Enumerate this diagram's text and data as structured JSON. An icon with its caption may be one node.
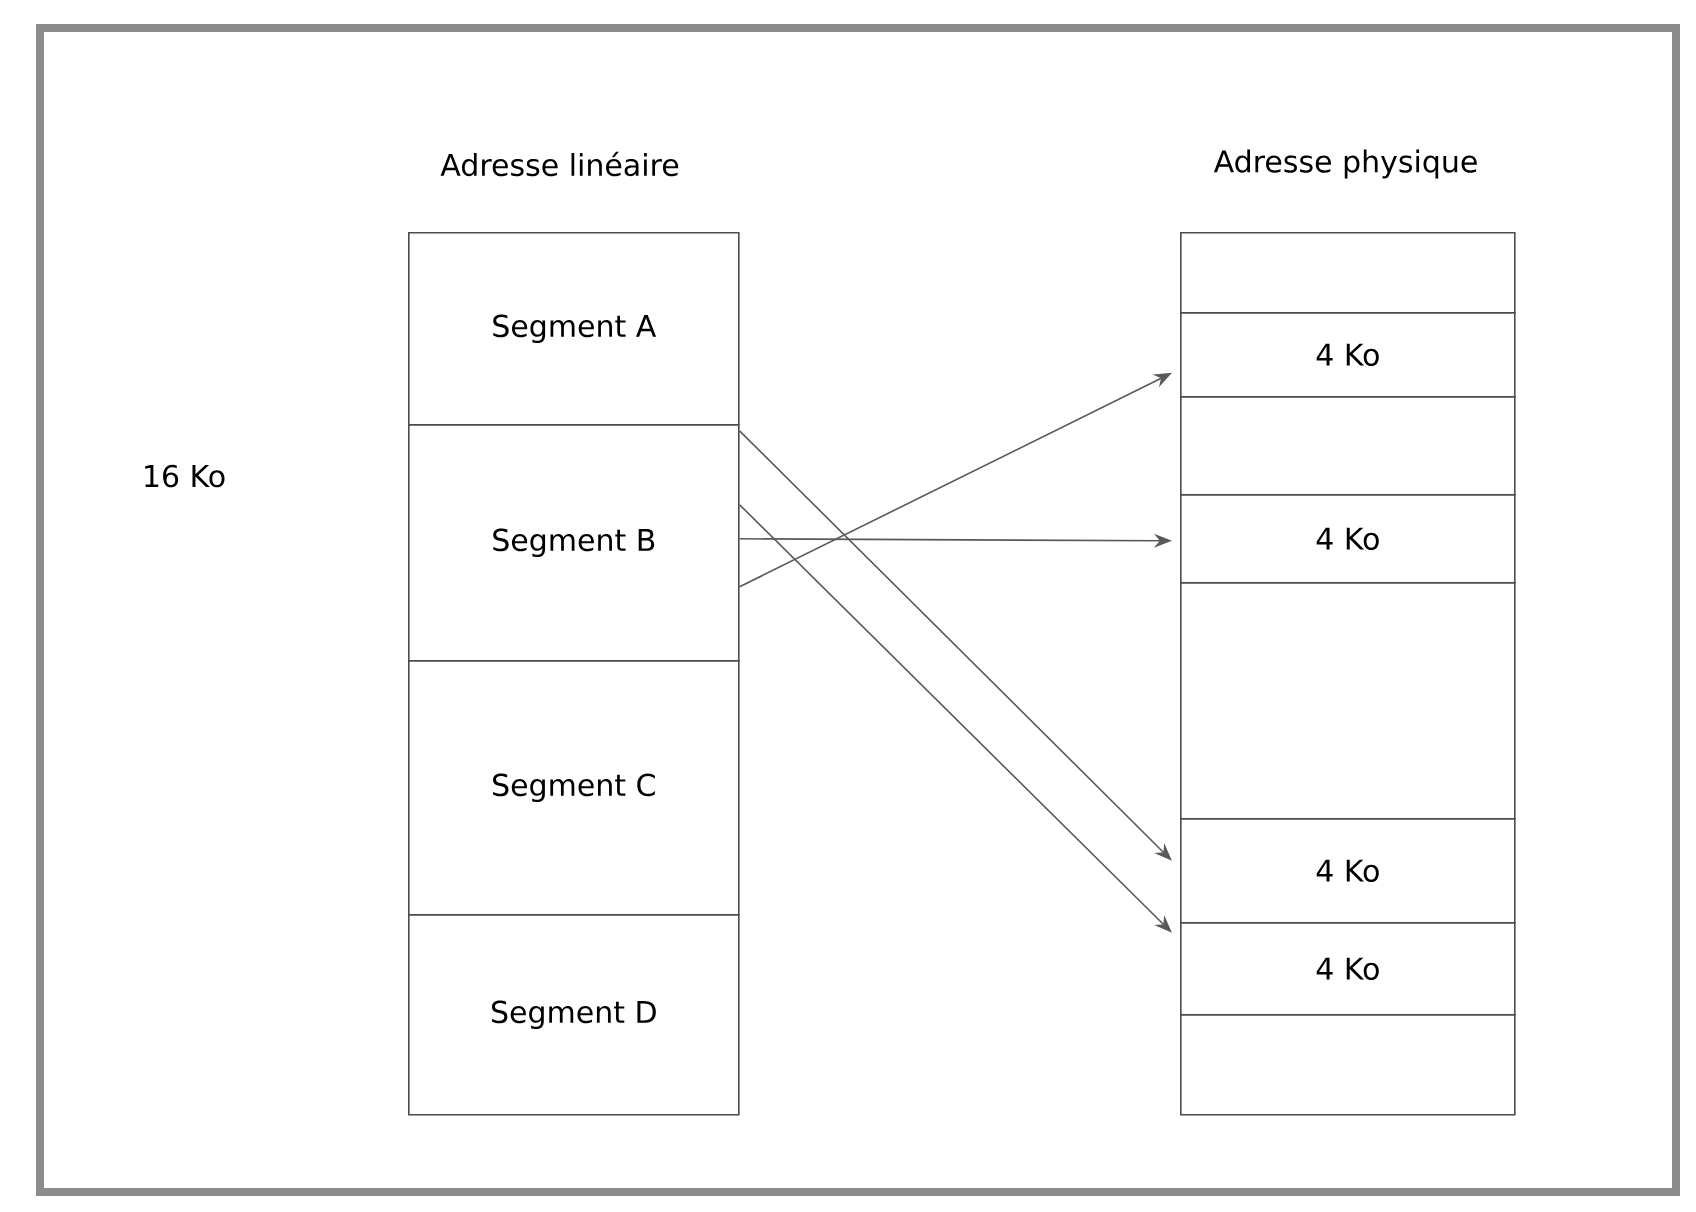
{
  "diagram": {
    "nodes": [
      {
        "text": [
          "Segment A"
        ]
      },
      {
        "text": [
          "Segment B"
        ]
      },
      {
        "text": [
          "Segment C"
        ]
      },
      {
        "text": [
          "Segment D"
        ]
      },
      {
        "text": [],
        "shape": "box"
      },
      {
        "text": [
          "4 Ko"
        ]
      },
      {
        "text": [],
        "shape": "box"
      },
      {
        "text": [
          "4 Ko"
        ]
      },
      {
        "text": [],
        "shape": "box"
      },
      {
        "text": [
          "4 Ko"
        ]
      },
      {
        "text": [
          "4 Ko"
        ]
      },
      {
        "text": [],
        "shape": "box"
      }
    ],
    "edges": [
      {
        "from": 1,
        "to": 5,
        "arrow": "to"
      },
      {
        "from": 1,
        "to": 7,
        "arrow": "to"
      },
      {
        "from": 1,
        "to": 9,
        "arrow": "to"
      },
      {
        "from": 1,
        "to": 10,
        "arrow": "to"
      }
    ],
    "labels": [
      "Adresse linéaire",
      "Adresse physique",
      "16 Ko"
    ]
  }
}
